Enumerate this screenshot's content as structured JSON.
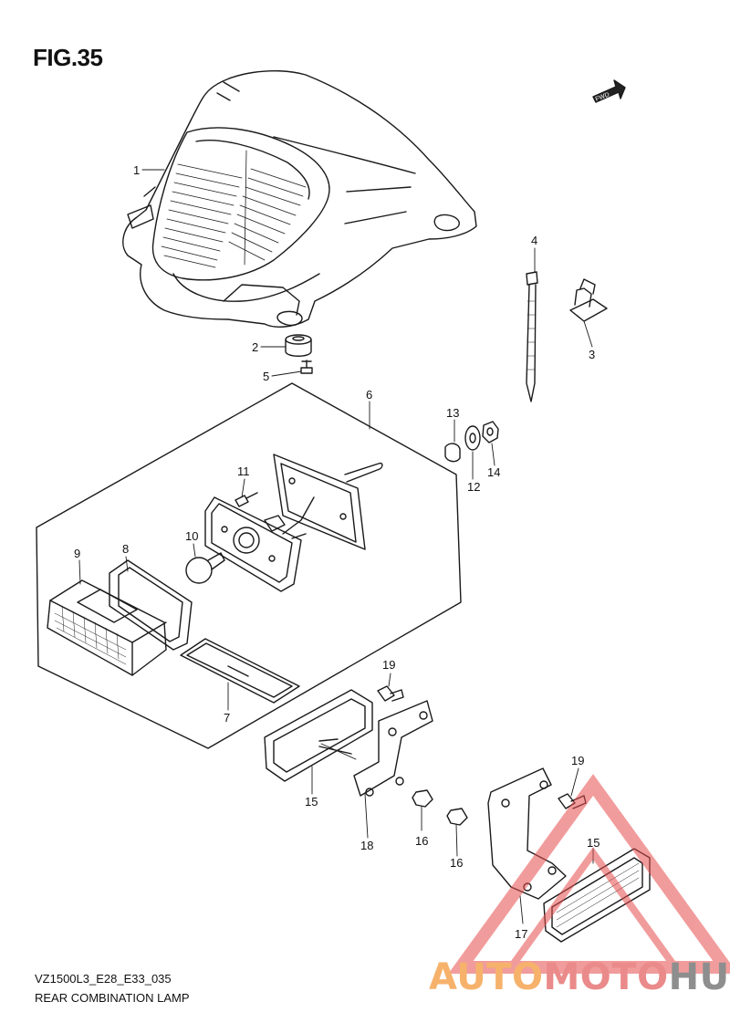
{
  "figure": {
    "title": "FIG.35",
    "model_code": "VZ1500L3_E28_E33_035",
    "assembly_name": "REAR COMBINATION LAMP",
    "fwd_label": "FWD"
  },
  "parts": [
    {
      "id": "part-1",
      "number": "1"
    },
    {
      "id": "part-2",
      "number": "2"
    },
    {
      "id": "part-3",
      "number": "3"
    },
    {
      "id": "part-4",
      "number": "4"
    },
    {
      "id": "part-5",
      "number": "5"
    },
    {
      "id": "part-6",
      "number": "6"
    },
    {
      "id": "part-7",
      "number": "7"
    },
    {
      "id": "part-8",
      "number": "8"
    },
    {
      "id": "part-9",
      "number": "9"
    },
    {
      "id": "part-10",
      "number": "10"
    },
    {
      "id": "part-11",
      "number": "11"
    },
    {
      "id": "part-12",
      "number": "12"
    },
    {
      "id": "part-13",
      "number": "13"
    },
    {
      "id": "part-14",
      "number": "14"
    },
    {
      "id": "part-15a",
      "number": "15"
    },
    {
      "id": "part-15b",
      "number": "15"
    },
    {
      "id": "part-16a",
      "number": "16"
    },
    {
      "id": "part-16b",
      "number": "16"
    },
    {
      "id": "part-17",
      "number": "17"
    },
    {
      "id": "part-18",
      "number": "18"
    },
    {
      "id": "part-19a",
      "number": "19"
    },
    {
      "id": "part-19b",
      "number": "19"
    }
  ],
  "watermark": {
    "part1": "AUTO",
    "part2": "MOTO",
    "part3": "HUB",
    "colors": {
      "auto": "#f6b26b",
      "moto": "#ea8a8a",
      "hub": "#8e8e8e",
      "triangle": "#e74c4c"
    }
  }
}
